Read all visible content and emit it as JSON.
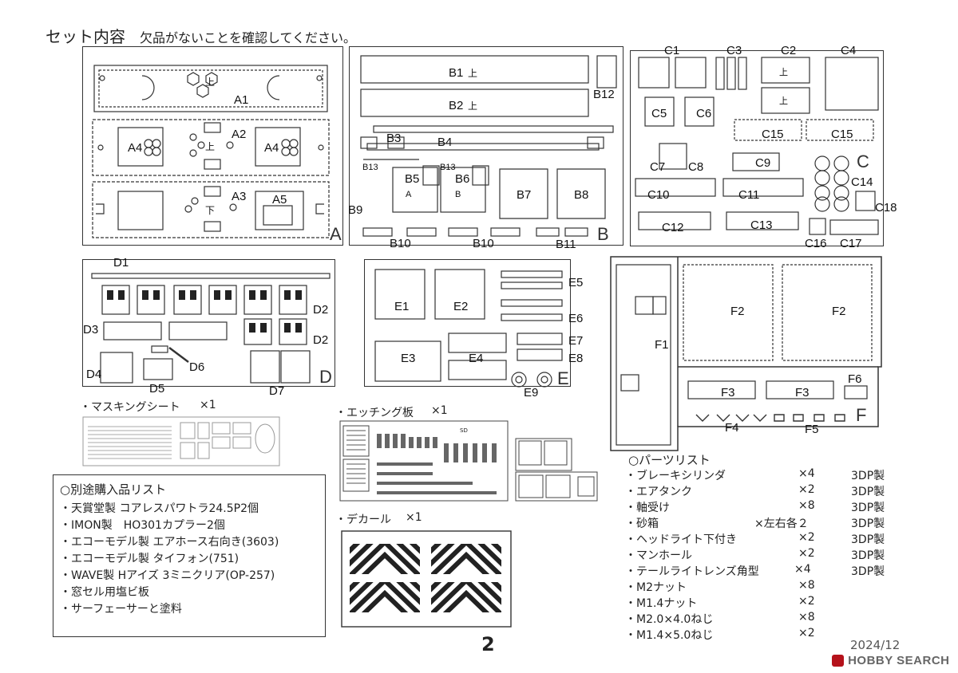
{
  "header": {
    "title": "セット内容",
    "note": "欠品がないことを確認してください。"
  },
  "sheets": {
    "A": {
      "letter": "A",
      "labels": [
        "A1",
        "A2",
        "A3",
        "A4",
        "A4",
        "A5",
        "上",
        "上",
        "下"
      ]
    },
    "B": {
      "letter": "B",
      "labels": [
        "B1",
        "上",
        "B2",
        "上",
        "B12",
        "B3",
        "B4",
        "B13",
        "B13",
        "B5",
        "B6",
        "A",
        "B",
        "B7",
        "B8",
        "B9",
        "B10",
        "B10",
        "B11"
      ]
    },
    "C": {
      "letter": "C",
      "labels": [
        "C1",
        "C3",
        "C2",
        "C4",
        "上",
        "上",
        "C5",
        "C6",
        "C15",
        "C15",
        "C7",
        "C8",
        "C9",
        "C14",
        "C10",
        "C11",
        "C18",
        "C12",
        "C13",
        "C16",
        "C17"
      ]
    },
    "D": {
      "letter": "D",
      "labels": [
        "D1",
        "D2",
        "D2",
        "D3",
        "D4",
        "D6",
        "D5",
        "D7"
      ]
    },
    "E": {
      "letter": "E",
      "labels": [
        "E1",
        "E2",
        "E5",
        "E6",
        "E7",
        "E8",
        "E3",
        "E4",
        "E9"
      ]
    },
    "F": {
      "letter": "F",
      "labels": [
        "F1",
        "F2",
        "F2",
        "F3",
        "F3",
        "F6",
        "F4",
        "F5"
      ]
    }
  },
  "accessories": {
    "masking": {
      "name": "・マスキングシート",
      "qty": "×1"
    },
    "etching": {
      "name": "・エッチング板",
      "qty": "×1",
      "marks": [
        "SD"
      ]
    },
    "decal": {
      "name": "・デカール",
      "qty": "×1"
    }
  },
  "purchase_list": {
    "title": "○別途購入品リスト",
    "items": [
      "・天賞堂製 コアレスパワトラ24.5P2個",
      "・IMON製　HO301カプラー2個",
      "・エコーモデル製 エアホース右向き(3603)",
      "・エコーモデル製 タイフォン(751)",
      "・WAVE製 Hアイズ 3ミニクリア(OP-257)",
      "・窓セル用塩ビ板",
      "・サーフェーサーと塗料"
    ]
  },
  "parts_list": {
    "title": "○パーツリスト",
    "items": [
      {
        "name": "・ブレーキシリンダ",
        "qty": "×4",
        "material": "3DP製"
      },
      {
        "name": "・エアタンク",
        "qty": "×2",
        "material": "3DP製"
      },
      {
        "name": "・軸受け",
        "qty": "×8",
        "material": "3DP製"
      },
      {
        "name": "・砂箱",
        "qty": "×左右各２",
        "material": "3DP製"
      },
      {
        "name": "・ヘッドライト下付き",
        "qty": "×2",
        "material": "3DP製"
      },
      {
        "name": "・マンホール",
        "qty": "×2",
        "material": "3DP製"
      },
      {
        "name": "・テールライトレンズ角型",
        "qty": "×4",
        "material": "3DP製"
      },
      {
        "name": "・M2ナット",
        "qty": "×8",
        "material": ""
      },
      {
        "name": "・M1.4ナット",
        "qty": "×2",
        "material": ""
      },
      {
        "name": "・M2.0×4.0ねじ",
        "qty": "×8",
        "material": ""
      },
      {
        "name": "・M1.4×5.0ねじ",
        "qty": "×2",
        "material": ""
      }
    ]
  },
  "footer": {
    "page_number": "2",
    "date": "2024/12",
    "watermark": "HOBBY SEARCH"
  }
}
